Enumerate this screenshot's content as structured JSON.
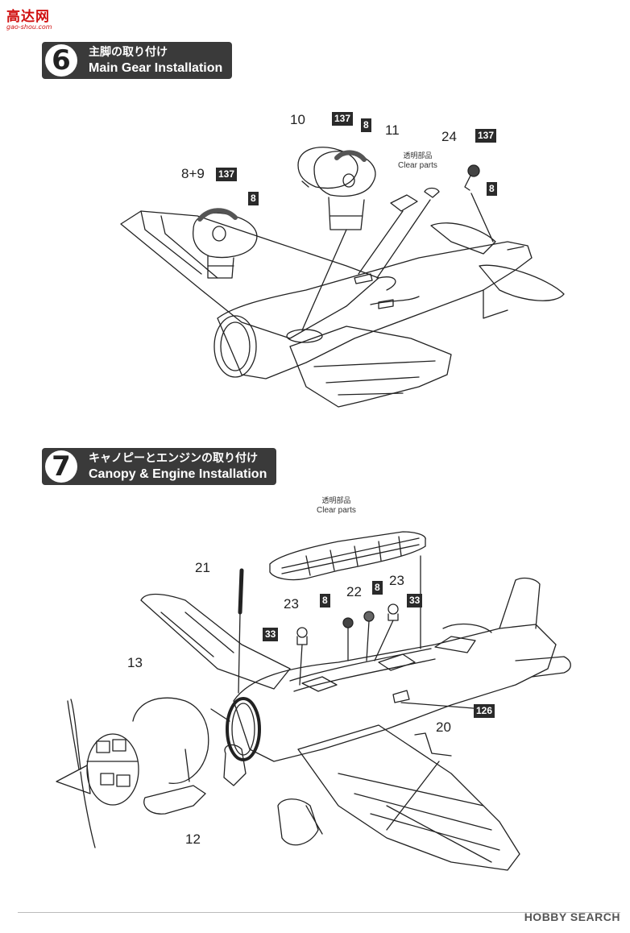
{
  "watermark": {
    "brand": "高达网",
    "site": "gao-shou.com"
  },
  "step6": {
    "number": "6",
    "title_jp": "主脚の取り付け",
    "title_en": "Main Gear Installation",
    "labels": {
      "p10": "10",
      "p11": "11",
      "p8_9": "8+9",
      "p24": "24"
    },
    "boxes": {
      "b137a": "137",
      "b8a": "8",
      "b137b": "137",
      "b8b": "8",
      "b137c": "137",
      "b8c": "8"
    },
    "clear_jp": "透明部品",
    "clear_en": "Clear parts"
  },
  "step7": {
    "number": "7",
    "title_jp": "キャノピーとエンジンの取り付け",
    "title_en": "Canopy & Engine Installation",
    "labels": {
      "p21": "21",
      "p23a": "23",
      "p22": "22",
      "p23b": "23",
      "p13": "13",
      "p12": "12",
      "p20": "20"
    },
    "boxes": {
      "b33a": "33",
      "b8a": "8",
      "b8b": "8",
      "b33b": "33",
      "b126": "126"
    },
    "clear_jp": "透明部品",
    "clear_en": "Clear parts"
  },
  "footer": {
    "brand": "HOBBY SEARCH"
  }
}
